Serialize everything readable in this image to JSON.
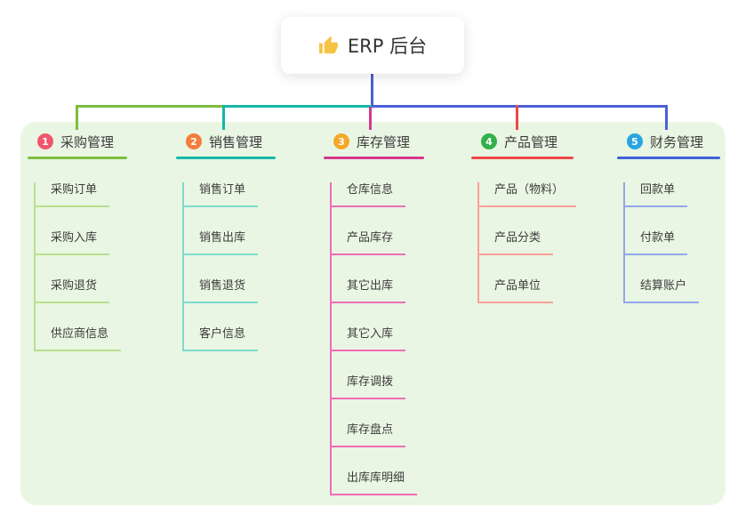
{
  "root": {
    "label": "ERP 后台",
    "icon": "thumbs-up"
  },
  "branches": [
    {
      "number": "1",
      "title": "采购管理",
      "colors": {
        "badge": "#f2566d",
        "main": "#7cbe3f",
        "light": "#b7e08e"
      },
      "children": [
        "采购订单",
        "采购入库",
        "采购退货",
        "供应商信息"
      ]
    },
    {
      "number": "2",
      "title": "销售管理",
      "colors": {
        "badge": "#f57c3b",
        "main": "#16b6aa",
        "light": "#7fd9cf"
      },
      "children": [
        "销售订单",
        "销售出库",
        "销售退货",
        "客户信息"
      ]
    },
    {
      "number": "3",
      "title": "库存管理",
      "colors": {
        "badge": "#f3a82a",
        "main": "#d7368e",
        "light": "#f06eb6"
      },
      "children": [
        "仓库信息",
        "产品库存",
        "其它出库",
        "其它入库",
        "库存调拨",
        "库存盘点",
        "出库库明细"
      ]
    },
    {
      "number": "4",
      "title": "产品管理",
      "colors": {
        "badge": "#33b04c",
        "main": "#ef4848",
        "light": "#f9a09b"
      },
      "children": [
        "产品（物料）",
        "产品分类",
        "产品单位"
      ]
    },
    {
      "number": "5",
      "title": "财务管理",
      "colors": {
        "badge": "#29a6e1",
        "main": "#3f62d7",
        "light": "#92a7ea"
      },
      "children": [
        "回款单",
        "付款单",
        "结算账户"
      ]
    }
  ],
  "connector_colors": {
    "root": "#4b5fd6",
    "branch1": "#7cbe3f",
    "branch2": "#16b6aa",
    "branch3": "#d7368e",
    "branch4": "#ef4848",
    "branch5": "#4b5fd6"
  },
  "panel_background": "#e9f6e3",
  "icon_color": "#f6c344"
}
